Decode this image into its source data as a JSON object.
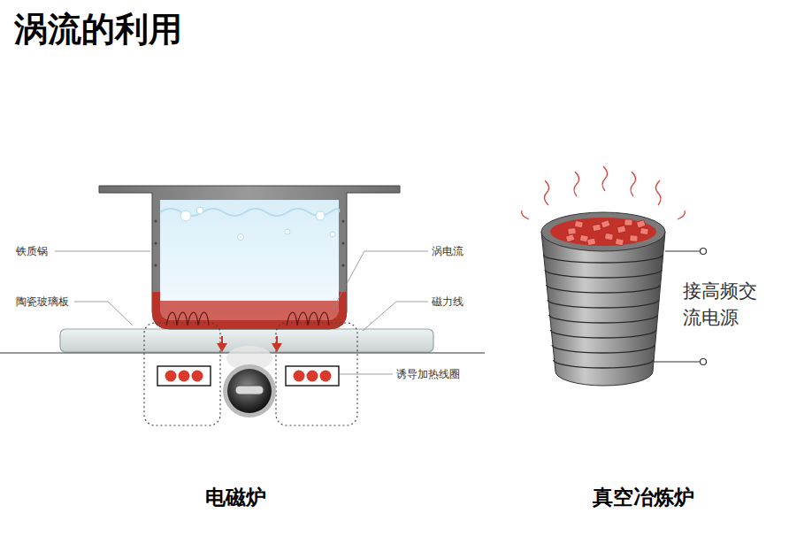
{
  "diagram": {
    "title": "涡流的利用",
    "labels": [
      "铁质锅",
      "陶瓷玻璃板",
      "涡电流",
      "磁力线",
      "诱导加热线圈",
      "接高频交 流电源",
      "电磁炉",
      "真空冶炼炉"
    ]
  }
}
